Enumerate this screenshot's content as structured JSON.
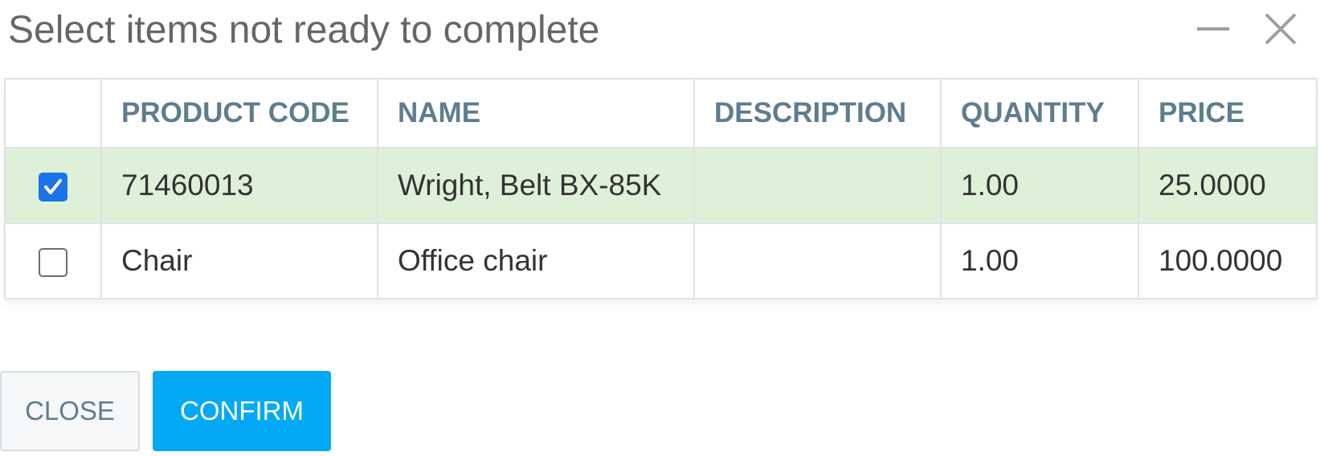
{
  "dialog": {
    "title": "Select items not ready to complete",
    "minimize_icon": "minimize-icon",
    "close_icon": "close-icon"
  },
  "table": {
    "columns": [
      "",
      "PRODUCT CODE",
      "NAME",
      "DESCRIPTION",
      "QUANTITY",
      "PRICE"
    ],
    "rows": [
      {
        "selected": true,
        "product_code": "71460013",
        "name": "Wright, Belt BX-85K",
        "description": "",
        "quantity": "1.00",
        "price": "25.0000"
      },
      {
        "selected": false,
        "product_code": "Chair",
        "name": "Office chair",
        "description": "",
        "quantity": "1.00",
        "price": "100.0000"
      }
    ]
  },
  "buttons": {
    "close_label": "CLOSE",
    "confirm_label": "CONFIRM"
  },
  "colors": {
    "header_text": "#5e7d8f",
    "selected_row": "#dff0d8",
    "checkbox_checked": "#1a73e8",
    "confirm_button": "#03a9f4",
    "title_text": "#666666"
  }
}
